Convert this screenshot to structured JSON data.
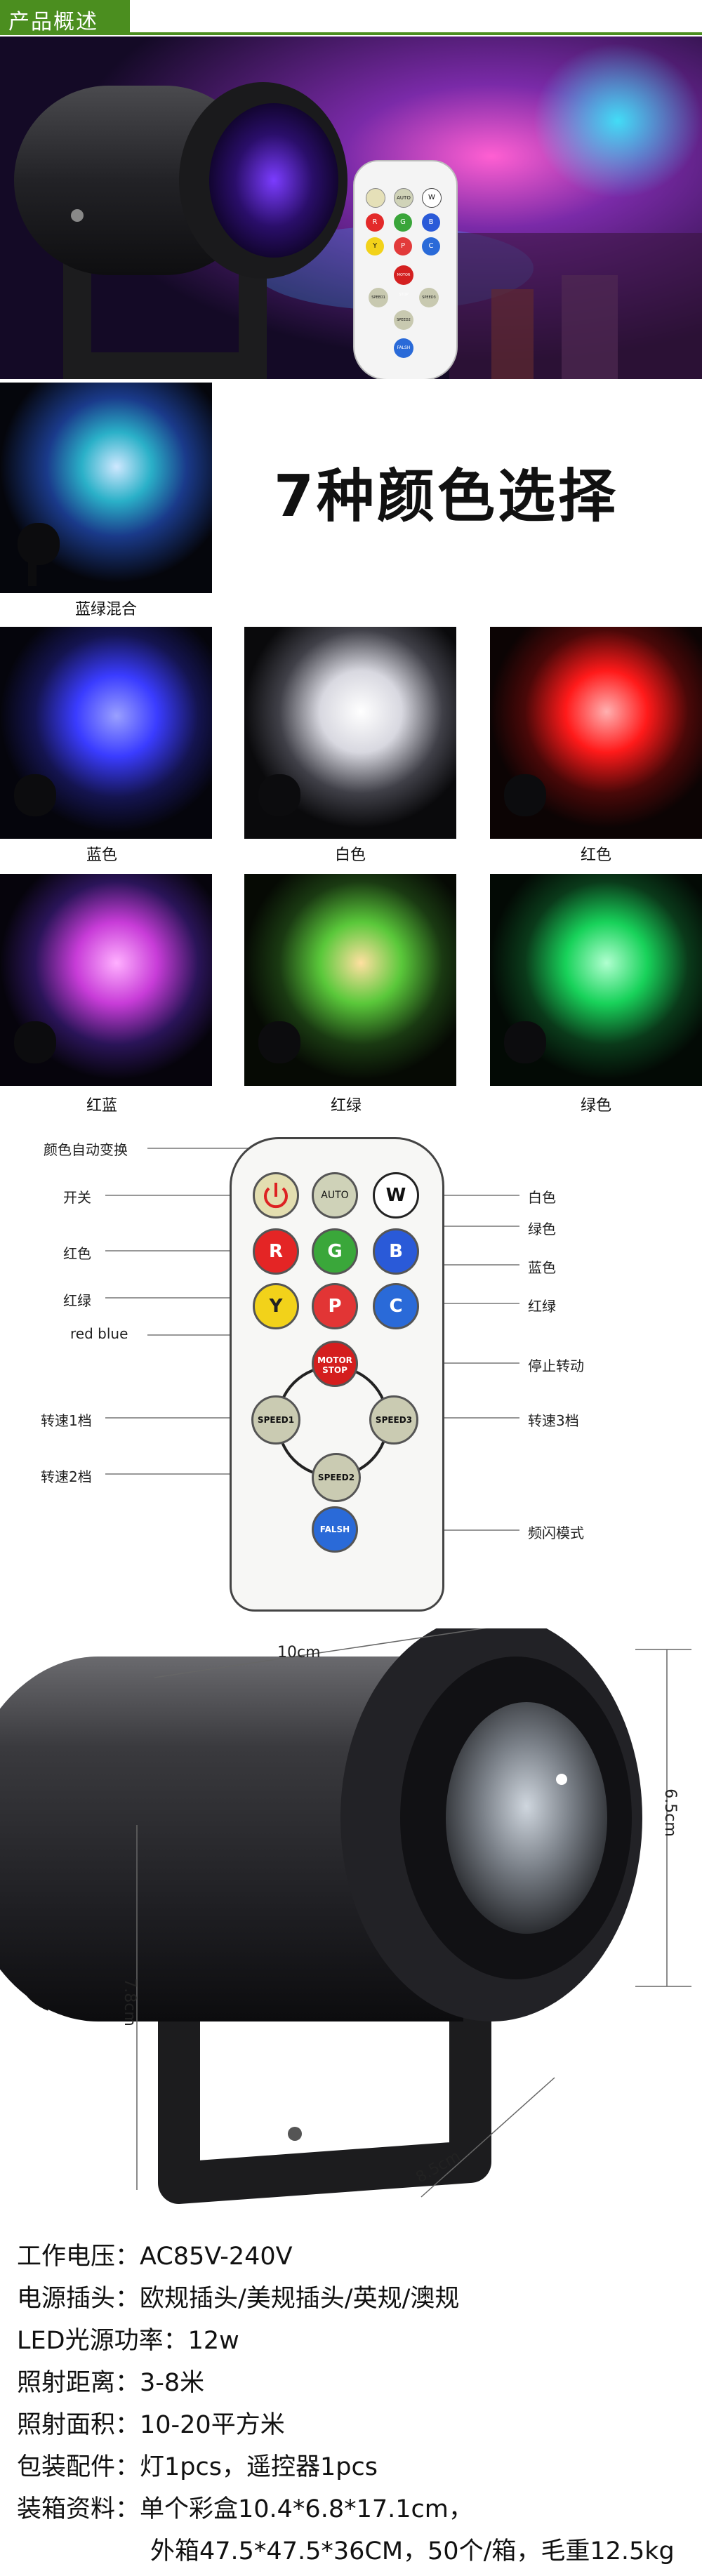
{
  "header": {
    "title": "产品概述"
  },
  "hero": {
    "remote_buttons": [
      "AUTO",
      "W",
      "R",
      "G",
      "B",
      "Y",
      "P",
      "C",
      "MOTOR STOP",
      "SPEED1",
      "SPEED3",
      "SPEED2",
      "FALSH"
    ]
  },
  "colors_section": {
    "title": "7种颜色选择",
    "tiles": [
      {
        "caption": "蓝绿混合",
        "color": "#2ab0c8"
      },
      {
        "caption": "蓝色",
        "color": "#3a3cff"
      },
      {
        "caption": "白色",
        "color": "#d8d8e0"
      },
      {
        "caption": "红色",
        "color": "#ff1a1a"
      },
      {
        "caption": "红蓝",
        "color": "#c83cd8"
      },
      {
        "caption": "红绿",
        "color": "#5ac83a"
      },
      {
        "caption": "绿色",
        "color": "#18d25a"
      }
    ]
  },
  "remote": {
    "buttons": {
      "power": "",
      "auto": "AUTO",
      "w": "W",
      "r": "R",
      "g": "G",
      "b": "B",
      "y": "Y",
      "p": "P",
      "c": "C",
      "motor": "MOTOR STOP",
      "speed1": "SPEED1",
      "speed3": "SPEED3",
      "speed2": "SPEED2",
      "flash": "FALSH"
    },
    "labels": {
      "auto": "颜色自动变换",
      "power": "开关",
      "white": "白色",
      "green": "绿色",
      "red": "红色",
      "blue": "蓝色",
      "redgreen": "红绿",
      "yellowred": "红绿",
      "redblue": "red blue",
      "stop": "停止转动",
      "speed1": "转速1档",
      "speed3": "转速3档",
      "speed2": "转速2档",
      "flash": "频闪模式"
    }
  },
  "dimensions": {
    "width": "10cm",
    "height": "6.5cm",
    "stand": "7.8cm",
    "depth": "8.5cm"
  },
  "specs": [
    "工作电压：AC85V-240V",
    "电源插头：欧规插头/美规插头/英规/澳规",
    "LED光源功率：12w",
    "照射距离：3-8米",
    "照射面积：10-20平方米",
    "包装配件：灯1pcs，遥控器1pcs",
    "装箱资料：单个彩盒10.4*6.8*17.1cm，",
    "外箱47.5*47.5*36CM，50个/箱，毛重12.5kg"
  ]
}
